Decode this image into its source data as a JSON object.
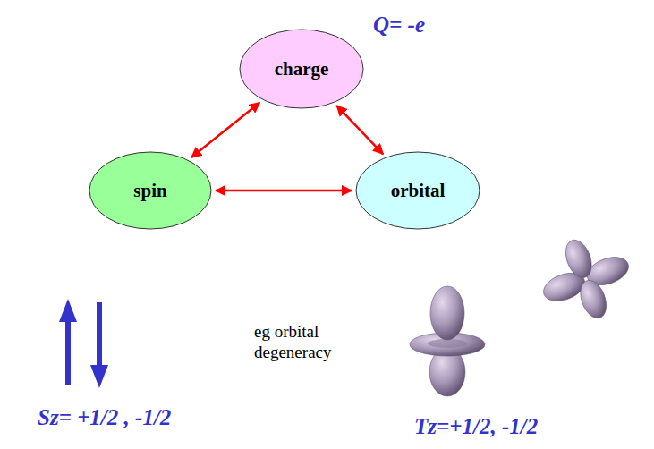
{
  "diagram": {
    "nodes": [
      {
        "text": [
          "charge",
          "Q= -e"
        ]
      },
      {
        "text": [
          "spin"
        ]
      },
      {
        "text": [
          "orbital"
        ]
      }
    ],
    "edges": [
      {
        "from": 0,
        "to": 1,
        "arrow": "both"
      },
      {
        "from": 0,
        "to": 2,
        "arrow": "both"
      },
      {
        "from": 1,
        "to": 2,
        "arrow": "both"
      }
    ],
    "labels": [
      "eg orbital degeneracy",
      "Sz= +1/2 , -1/2",
      "Tz=+1/2, -1/2"
    ]
  }
}
